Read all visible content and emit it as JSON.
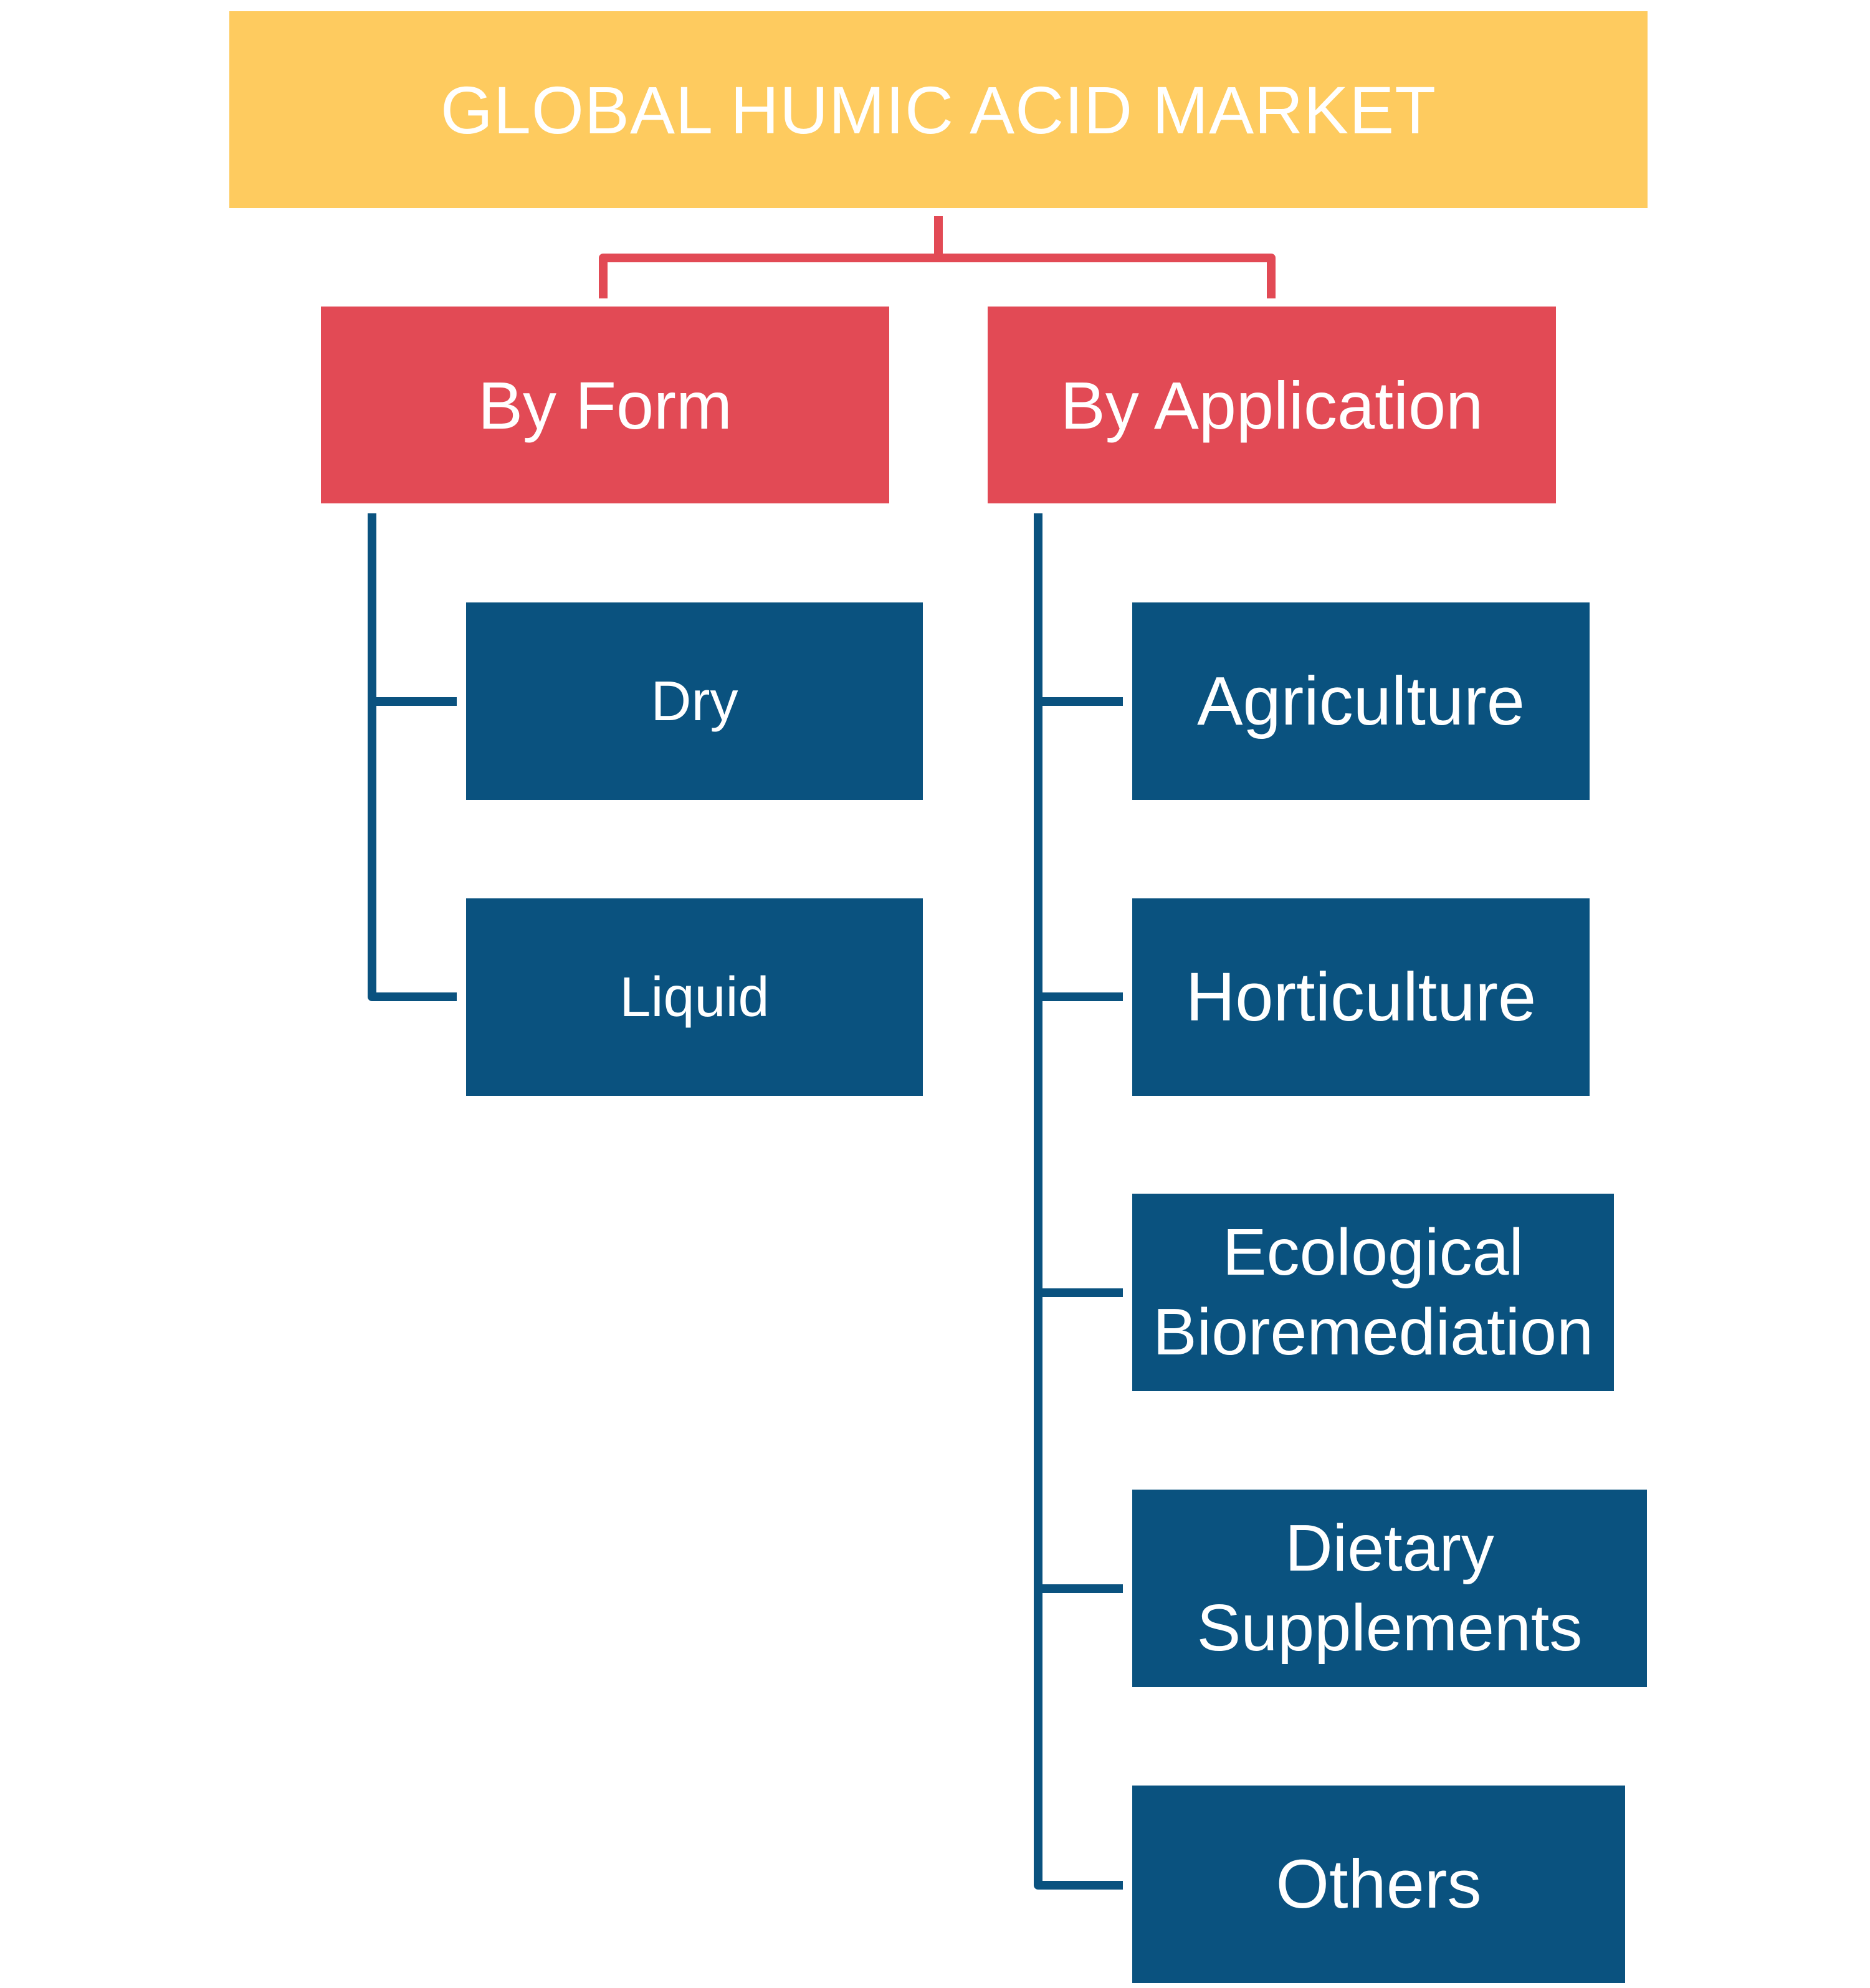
{
  "colors": {
    "title_bg": "#FECB5F",
    "category_bg": "#E24A55",
    "leaf_bg": "#0A527F",
    "category_connector": "#E24A55",
    "leaf_connector": "#0A527F",
    "text": "#FFFFFF"
  },
  "title": "GLOBAL HUMIC ACID MARKET",
  "categories": [
    {
      "label": "By Form",
      "items": [
        "Dry",
        "Liquid"
      ]
    },
    {
      "label": "By Application",
      "items": [
        [
          "Agriculture"
        ],
        [
          "Horticulture"
        ],
        [
          "Ecological",
          "Bioremediation"
        ],
        [
          "Dietary",
          "Supplements"
        ],
        [
          "Others"
        ]
      ]
    }
  ]
}
